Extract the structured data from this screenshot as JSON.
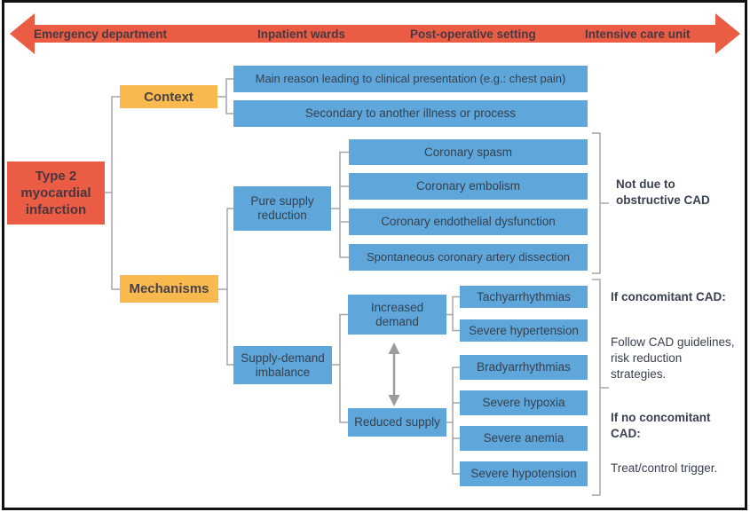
{
  "timeline": {
    "labels": [
      "Emergency department",
      "Inpatient wards",
      "Post-operative setting",
      "Intensive care unit"
    ]
  },
  "root": {
    "label": "Type 2 myocardial infarction"
  },
  "context": {
    "label": "Context",
    "items": [
      "Main reason leading to clinical presentation (e.g.: chest pain)",
      "Secondary to another illness or process"
    ]
  },
  "mechanisms": {
    "label": "Mechanisms",
    "pure_supply": {
      "label": "Pure supply reduction",
      "items": [
        "Coronary spasm",
        "Coronary embolism",
        "Coronary endothelial dysfunction",
        "Spontaneous coronary artery dissection"
      ]
    },
    "supply_demand": {
      "label": "Supply-demand imbalance",
      "increased_demand": {
        "label": "Increased demand",
        "items": [
          "Tachyarrhythmias",
          "Severe hypertension"
        ]
      },
      "reduced_supply": {
        "label": "Reduced supply",
        "items": [
          "Bradyarrhythmias",
          "Severe hypoxia",
          "Severe anemia",
          "Severe hypotension"
        ]
      }
    }
  },
  "annotations": {
    "not_due": "Not due to obstructive CAD",
    "concomitant_title": "If concomitant CAD:",
    "concomitant_body": "Follow CAD guidelines, risk reduction strategies.",
    "no_concomitant_title": "If no concomitant CAD:",
    "no_concomitant_body": "Treat/control trigger."
  },
  "colors": {
    "red": "#ea5c44",
    "orange": "#f8ba4e",
    "blue": "#5fa6da",
    "connector_gray": "#a6a6a6",
    "arrow_gray": "#9c9c9c",
    "text_dark": "#39404f",
    "border_black": "#111111"
  }
}
